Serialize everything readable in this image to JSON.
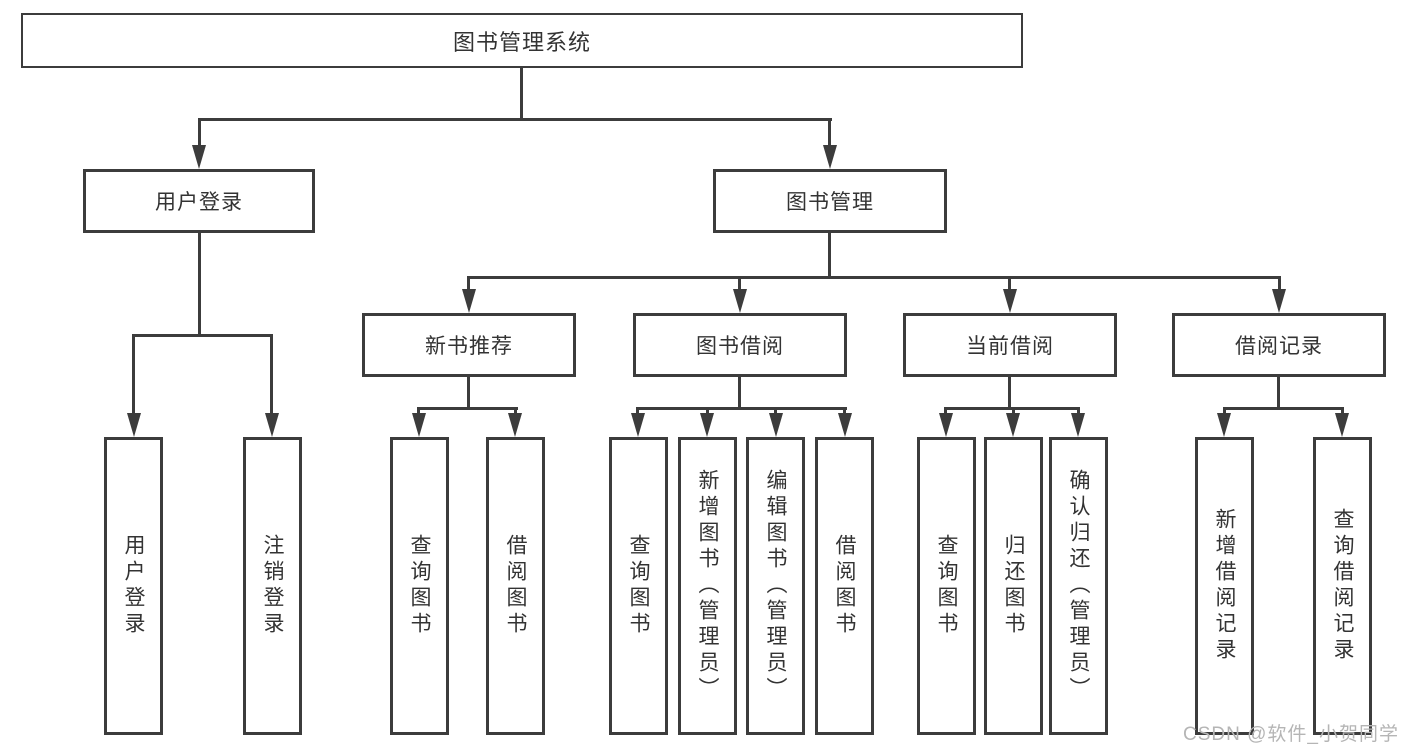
{
  "colors": {
    "line": "#3c3c3c",
    "text": "#333333",
    "watermark": "#b5b5b5",
    "bg": "#ffffff"
  },
  "diagram": {
    "root": {
      "label": "图书管理系统"
    },
    "level2": [
      {
        "label": "用户登录"
      },
      {
        "label": "图书管理"
      }
    ],
    "level3": [
      {
        "label": "新书推荐"
      },
      {
        "label": "图书借阅"
      },
      {
        "label": "当前借阅"
      },
      {
        "label": "借阅记录"
      }
    ],
    "leaves": {
      "user_login": [
        "用户登录",
        "注销登录"
      ],
      "new_book": [
        "查询图书",
        "借阅图书"
      ],
      "book_borrow": [
        "查询图书",
        "新增图书（管理员）",
        "编辑图书（管理员）",
        "借阅图书"
      ],
      "current_borrow": [
        "查询图书",
        "归还图书",
        "确认归还（管理员）"
      ],
      "borrow_records": [
        "新增借阅记录",
        "查询借阅记录"
      ]
    }
  },
  "watermark": {
    "text": "CSDN @软件_小贺同学"
  }
}
